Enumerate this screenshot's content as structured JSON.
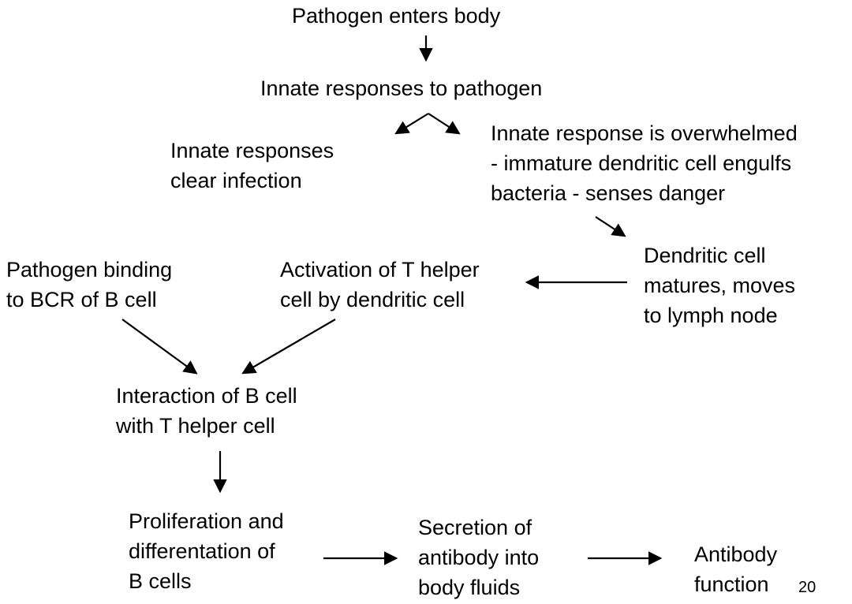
{
  "nodes": {
    "pathogen_enters": [
      "Pathogen enters body"
    ],
    "innate_responses": [
      "Innate responses to pathogen"
    ],
    "innate_clear": [
      "Innate responses",
      "clear infection"
    ],
    "innate_overwhelmed": [
      "Innate response is overwhelmed",
      "- immature dendritic cell engulfs",
      "bacteria - senses danger"
    ],
    "dendritic_matures": [
      "Dendritic cell",
      "matures, moves",
      "to lymph node"
    ],
    "t_helper_activation": [
      "Activation of T helper",
      "cell by dendritic cell"
    ],
    "pathogen_binding": [
      "Pathogen binding",
      "to BCR of B cell"
    ],
    "b_t_interaction": [
      "Interaction of B cell",
      "with T helper cell"
    ],
    "proliferation": [
      "Proliferation and",
      "differentation of",
      "B cells"
    ],
    "secretion": [
      "Secretion of",
      "antibody  into",
      "body fluids"
    ],
    "antibody_function": [
      "Antibody",
      "function"
    ]
  },
  "page_number": "20"
}
